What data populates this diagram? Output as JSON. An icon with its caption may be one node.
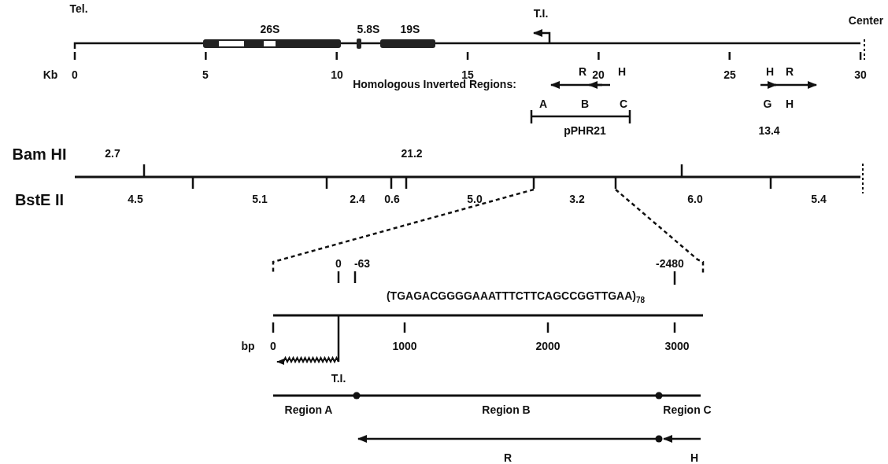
{
  "diagram": {
    "labels": [
      "Tel.",
      "26S",
      "5.8S",
      "19S",
      "T.I.",
      "Center",
      "Kb",
      "0",
      "5",
      "10",
      "15",
      "20",
      "25",
      "30",
      "Homologous Inverted Regions:",
      "R",
      "H",
      "H",
      "R",
      "A",
      "B",
      "C",
      "G",
      "H",
      "pPHR21",
      "13.4",
      "Bam HI",
      "2.7",
      "21.2",
      "BstE II",
      "4.5",
      "5.1",
      "2.4",
      "0.6",
      "5.0",
      "3.2",
      "6.0",
      "5.4",
      "0",
      "-63",
      "-2480",
      "(TGAGACGGGGAAATTTCTTCAGCCGGTTGAA)$_{78}$",
      "bp",
      "0",
      "1000",
      "2000",
      "3000",
      "T.I.",
      "Region A",
      "Region B",
      "Region C",
      "R",
      "H"
    ]
  }
}
